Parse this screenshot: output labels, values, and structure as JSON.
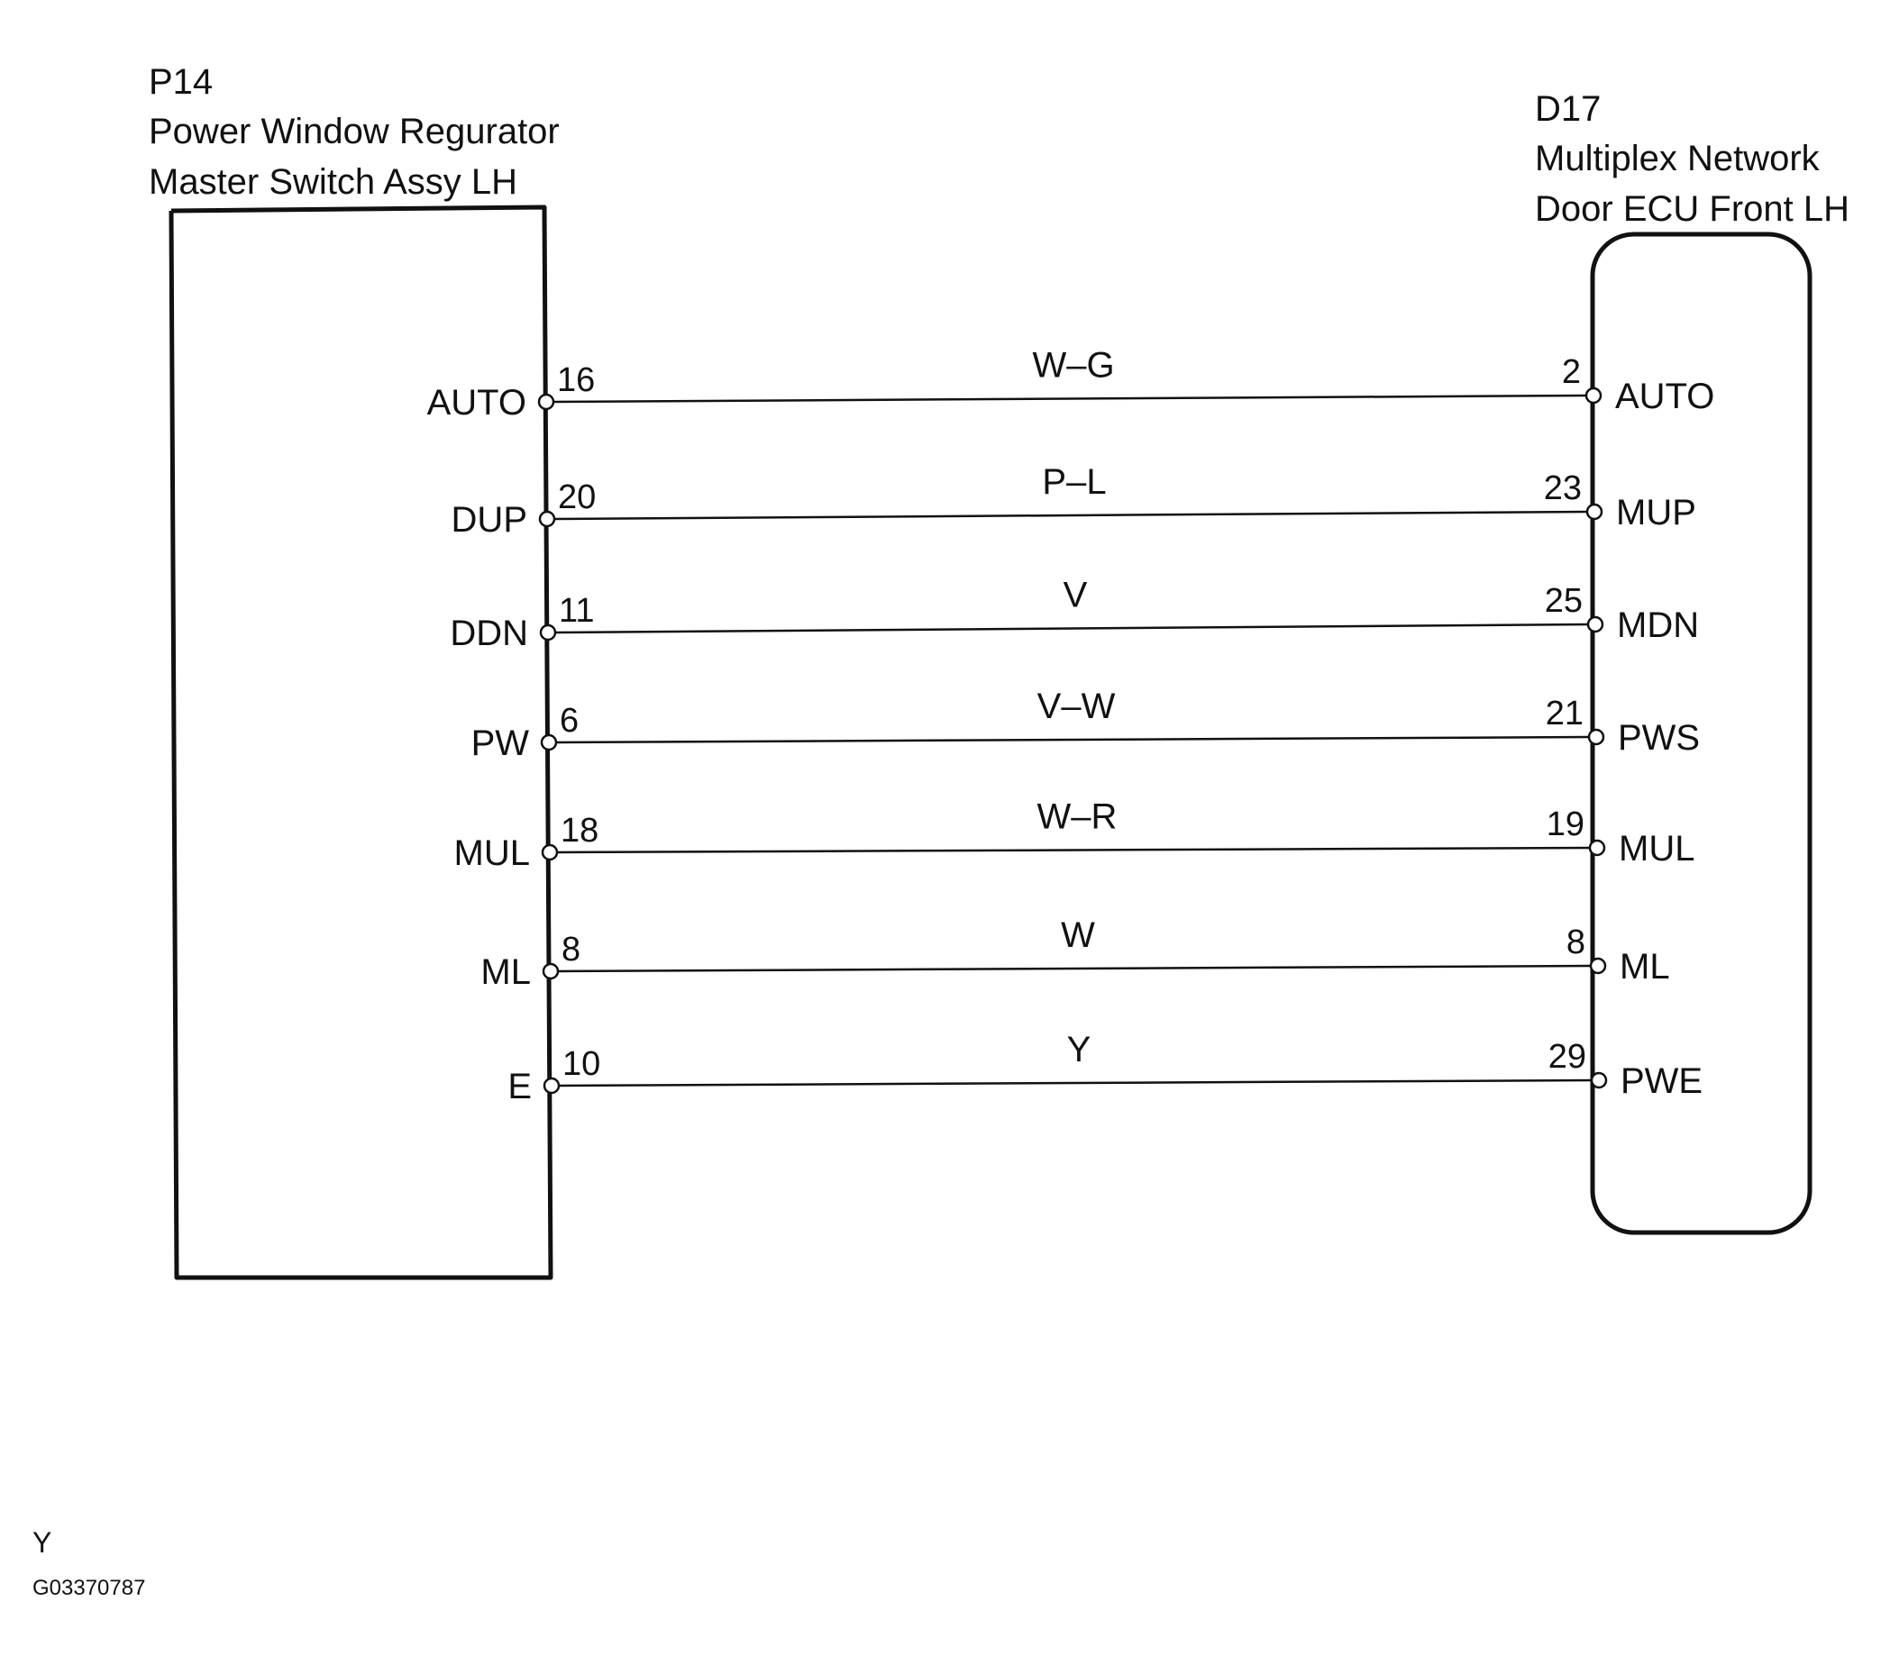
{
  "left_component": {
    "code": "P14",
    "name_line1": "Power Window Regurator",
    "name_line2": "Master Switch Assy LH"
  },
  "right_component": {
    "code": "D17",
    "name_line1": "Multiplex Network",
    "name_line2": "Door ECU Front LH"
  },
  "wires": [
    {
      "left_label": "AUTO",
      "left_pin": "16",
      "color": "W–G",
      "right_pin": "2",
      "right_label": "AUTO"
    },
    {
      "left_label": "DUP",
      "left_pin": "20",
      "color": "P–L",
      "right_pin": "23",
      "right_label": "MUP"
    },
    {
      "left_label": "DDN",
      "left_pin": "11",
      "color": "V",
      "right_pin": "25",
      "right_label": "MDN"
    },
    {
      "left_label": "PW",
      "left_pin": "6",
      "color": "V–W",
      "right_pin": "21",
      "right_label": "PWS"
    },
    {
      "left_label": "MUL",
      "left_pin": "18",
      "color": "W–R",
      "right_pin": "19",
      "right_label": "MUL"
    },
    {
      "left_label": "ML",
      "left_pin": "8",
      "color": "W",
      "right_pin": "8",
      "right_label": "ML"
    },
    {
      "left_label": "E",
      "left_pin": "10",
      "color": "Y",
      "right_pin": "29",
      "right_label": "PWE"
    }
  ],
  "footer": {
    "mark": "Y",
    "figure_code": "G03370787"
  }
}
